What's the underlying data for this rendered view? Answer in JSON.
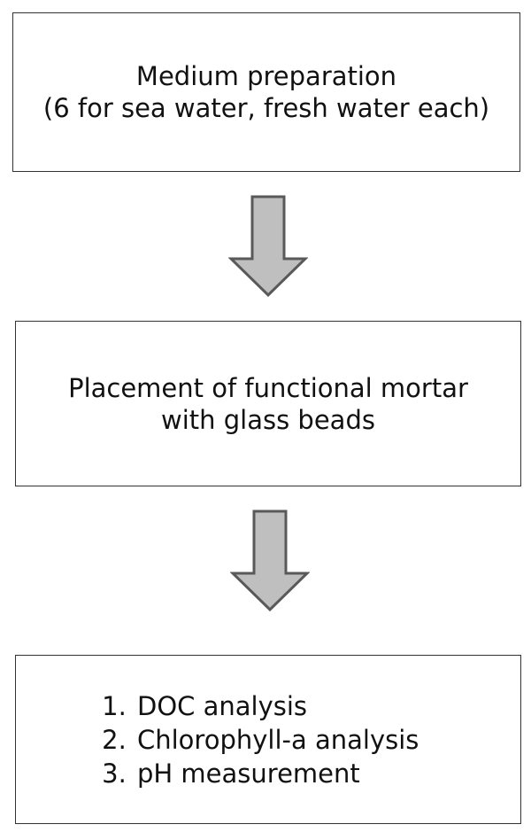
{
  "steps": [
    {
      "lines": [
        "Medium preparation",
        "(6 for sea water, fresh water each)"
      ]
    },
    {
      "lines": [
        "Placement of functional mortar",
        "with glass beads"
      ]
    },
    {
      "items": [
        {
          "number": "1.",
          "text": "DOC analysis"
        },
        {
          "number": "2.",
          "text": "Chlorophyll-a analysis"
        },
        {
          "number": "3.",
          "text": "pH measurement"
        }
      ]
    }
  ],
  "colors": {
    "arrow_fill": "#bfbfbf",
    "arrow_stroke": "#595959",
    "box_border": "#333333"
  }
}
